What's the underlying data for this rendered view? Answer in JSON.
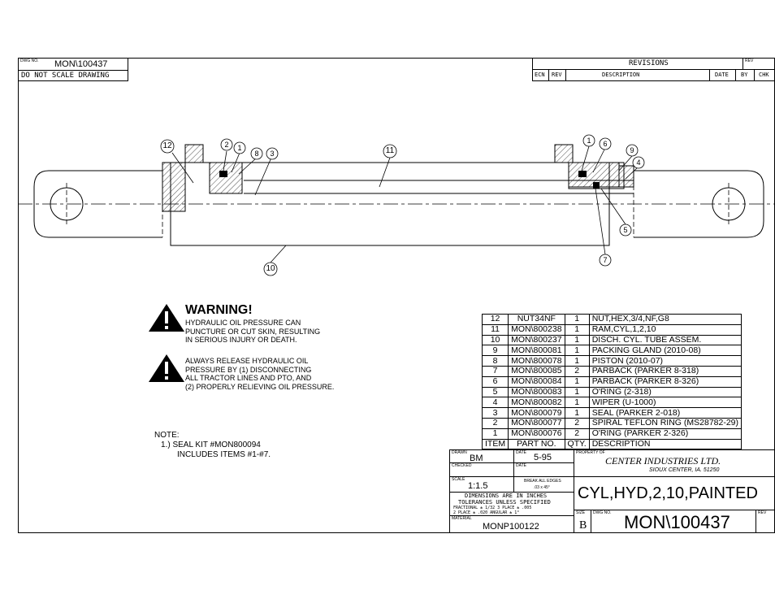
{
  "header": {
    "dwg_no_label": "DWG NO.",
    "dwg_no": "MON\\100437",
    "scale_note": "DO NOT SCALE DRAWING"
  },
  "revisions": {
    "title": "REVISIONS",
    "rev_label": "REV",
    "columns": [
      "ECN",
      "REV",
      "DESCRIPTION",
      "DATE",
      "BY",
      "CHK"
    ]
  },
  "callouts": [
    "12",
    "2",
    "1",
    "8",
    "3",
    "11",
    "1",
    "6",
    "9",
    "4",
    "5",
    "7",
    "10"
  ],
  "warning": {
    "title": "WARNING!",
    "lines1": [
      "HYDRAULIC OIL PRESSURE CAN",
      "PUNCTURE OR CUT SKIN, RESULTING",
      "IN SERIOUS INJURY OR DEATH."
    ],
    "lines2": [
      "ALWAYS RELEASE HYDRAULIC OIL",
      "PRESSURE BY (1) DISCONNECTING",
      "ALL TRACTOR LINES AND PTO, AND",
      "(2) PROPERLY RELIEVING OIL PRESSURE."
    ]
  },
  "note": {
    "label": "NOTE:",
    "line1": "1.) SEAL KIT #MON800094",
    "line2": "INCLUDES ITEMS #1-#7."
  },
  "bom": {
    "rows": [
      {
        "item": "12",
        "part": "NUT34NF",
        "qty": "1",
        "desc": "NUT,HEX,3/4,NF,G8"
      },
      {
        "item": "11",
        "part": "MON\\800238",
        "qty": "1",
        "desc": "RAM,CYL,1,2,10"
      },
      {
        "item": "10",
        "part": "MON\\800237",
        "qty": "1",
        "desc": "DISCH. CYL. TUBE ASSEM."
      },
      {
        "item": "9",
        "part": "MON\\800081",
        "qty": "1",
        "desc": "PACKING GLAND (2010-08)"
      },
      {
        "item": "8",
        "part": "MON\\800078",
        "qty": "1",
        "desc": "PISTON (2010-07)"
      },
      {
        "item": "7",
        "part": "MON\\800085",
        "qty": "2",
        "desc": "PARBACK (PARKER 8-318)"
      },
      {
        "item": "6",
        "part": "MON\\800084",
        "qty": "1",
        "desc": "PARBACK (PARKER 8-326)"
      },
      {
        "item": "5",
        "part": "MON\\800083",
        "qty": "1",
        "desc": "O'RING (2-318)"
      },
      {
        "item": "4",
        "part": "MON\\800082",
        "qty": "1",
        "desc": "WIPER (U-1000)"
      },
      {
        "item": "3",
        "part": "MON\\800079",
        "qty": "1",
        "desc": "SEAL (PARKER 2-018)"
      },
      {
        "item": "2",
        "part": "MON\\800077",
        "qty": "2",
        "desc": "SPIRAL TEFLON RING (MS28782-29)"
      },
      {
        "item": "1",
        "part": "MON\\800076",
        "qty": "2",
        "desc": "O'RING (PARKER 2-326)"
      }
    ],
    "header": {
      "item": "ITEM",
      "part": "PART NO.",
      "qty": "QTY.",
      "desc": "DESCRIPTION"
    }
  },
  "title_block": {
    "drawn_label": "DRAWN",
    "drawn": "BM",
    "date_label": "DATE",
    "date": "5-95",
    "checked_label": "CHECKED",
    "date2_label": "DATE",
    "property_label": "PROPERTY OF",
    "company": "CENTER INDUSTRIES LTD.",
    "location": "SIOUX CENTER, IA. 51250",
    "scale_label": "SCALE",
    "scale": "1:1.5",
    "break_edges": "BREAK ALL EDGES",
    "break_edges2": ".03 x 45°",
    "dims1": "DIMENSIONS ARE IN INCHES",
    "dims2": "TOLERANCES UNLESS SPECIFIED",
    "dims3": "FRACTIONAL ± 1/32    3 PLACE ± .005",
    "dims4": "2 PLACE ± .020        ANGULAR ± 1°",
    "title": "CYL,HYD,2,10,PAINTED",
    "material_label": "MATERIAL",
    "material": "MONP100122",
    "size_label": "SIZE",
    "size": "B",
    "dwg_no_label": "DWG NO.",
    "dwg_no": "MON\\100437",
    "rev_label": "REV"
  }
}
